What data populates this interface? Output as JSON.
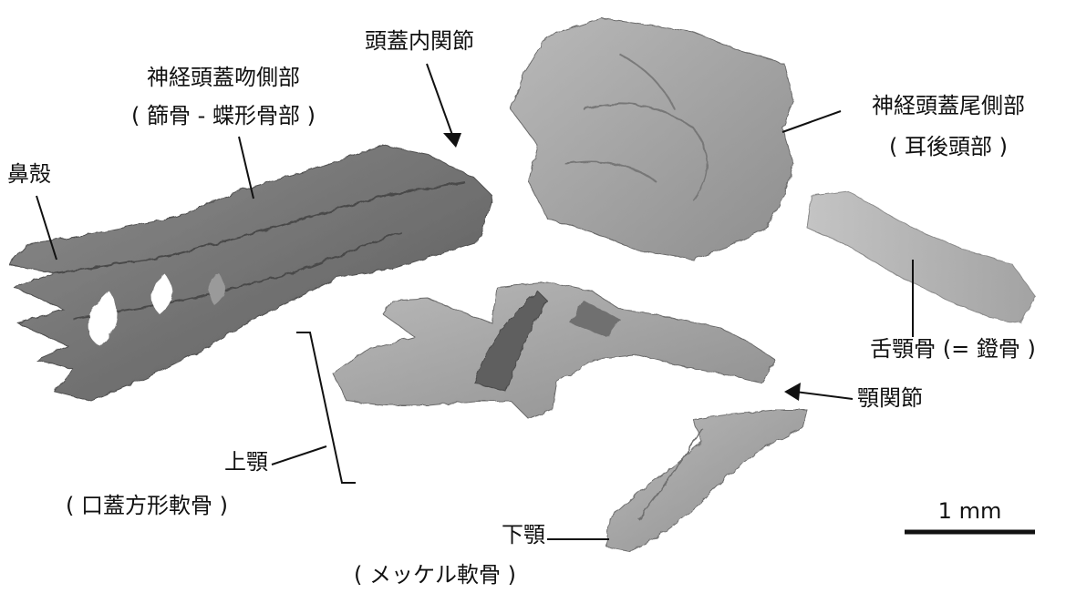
{
  "labels": {
    "intracranial_joint": "頭蓋内関節",
    "rostral_neurocranium": "神経頭蓋吻側部",
    "rostral_neurocranium_sub": "( 篩骨 - 蝶形骨部 )",
    "nasal_capsule": "鼻殻",
    "caudal_neurocranium": "神経頭蓋尾側部",
    "caudal_neurocranium_sub": "( 耳後頭部 )",
    "hyomandibula": "舌顎骨 (= 鐙骨 )",
    "jaw_joint": "顎関節",
    "upper_jaw": "上顎",
    "upper_jaw_sub": "( 口蓋方形軟骨 )",
    "lower_jaw": "下顎",
    "lower_jaw_sub": "( メッケル軟骨 )",
    "scale_bar": "1 mm"
  },
  "colors": {
    "bone_dark": "#6e6e6e",
    "bone_mid": "#8a8a8a",
    "bone_light": "#a8a8a8",
    "bone_pale": "#bdbdbd",
    "line": "#111111"
  }
}
